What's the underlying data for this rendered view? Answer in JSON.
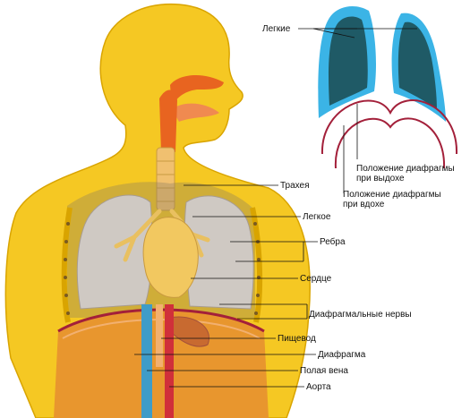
{
  "labels": {
    "lungs": "Легкие",
    "diaphragm_exhale_1": "Положение диафрагмы",
    "diaphragm_exhale_2": "при выдохе",
    "diaphragm_inhale_1": "Положение диафрагмы",
    "diaphragm_inhale_2": "при вдохе",
    "trachea": "Трахея",
    "lung": "Легкое",
    "ribs": "Ребра",
    "heart": "Сердце",
    "phrenic_nerves": "Диафрагмальные нервы",
    "esophagus": "Пищевод",
    "diaphragm": "Диафрагма",
    "vena_cava": "Полая вена",
    "aorta": "Аорта"
  },
  "colors": {
    "body": "#f5c823",
    "body_outline": "#d9a400",
    "lung_fill": "#cfc9c3",
    "inset_lung_outer": "#3bb4e6",
    "inset_lung_inner": "#1f5a66",
    "diaphragm_line": "#a3203a",
    "heart": "#f2c860",
    "trachea": "#f0c070",
    "abdomen": "#e8962e",
    "vena_cava": "#3f9cc8",
    "aorta": "#d0303a",
    "mouth": "#e86420"
  }
}
